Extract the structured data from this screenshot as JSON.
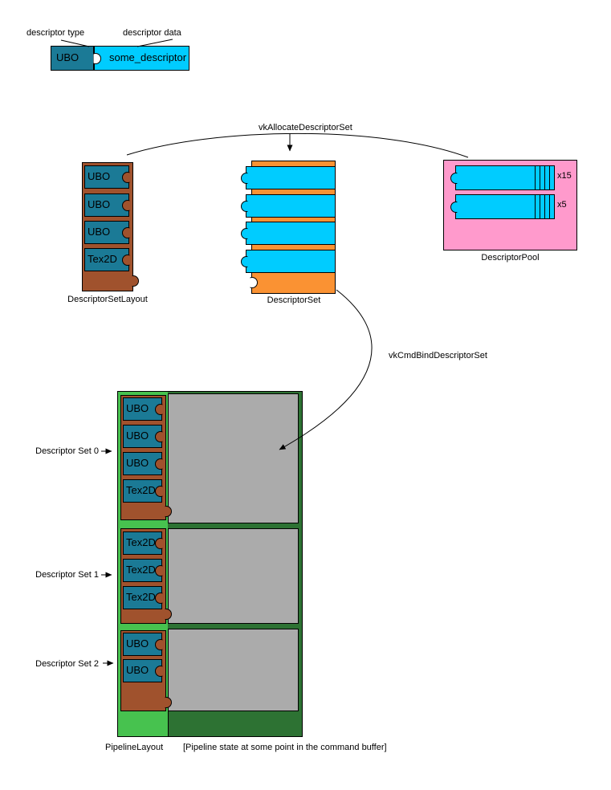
{
  "colors": {
    "descriptor_type": "#1B7A96",
    "descriptor_data": "#00CCFF",
    "layout_container": "#A0522D",
    "set_container": "#FA9233",
    "pool_container": "#FF9ACC",
    "pipeline_layout": "#47C24F",
    "pipeline_state": "#2D7233",
    "bound_set_area": "#ABABAB"
  },
  "legend": {
    "type_label": "descriptor type",
    "data_label": "descriptor data",
    "type_value": "UBO",
    "data_value": "some_descriptor"
  },
  "arrows": {
    "allocate_label": "vkAllocateDescriptorSet",
    "bind_label": "vkCmdBindDescriptorSet"
  },
  "descriptor_set_layout": {
    "title": "DescriptorSetLayout",
    "bindings": [
      "UBO",
      "UBO",
      "UBO",
      "Tex2D"
    ]
  },
  "descriptor_set": {
    "title": "DescriptorSet",
    "slot_count": 4
  },
  "descriptor_pool": {
    "title": "DescriptorPool",
    "allocations": [
      {
        "label": "x15"
      },
      {
        "label": "x5"
      }
    ]
  },
  "pipeline": {
    "layout_label": "PipelineLayout",
    "state_caption": "[Pipeline state at some point in the command buffer]",
    "sets": [
      {
        "label": "Descriptor Set 0",
        "bindings": [
          "UBO",
          "UBO",
          "UBO",
          "Tex2D"
        ]
      },
      {
        "label": "Descriptor Set 1",
        "bindings": [
          "Tex2D",
          "Tex2D",
          "Tex2D"
        ]
      },
      {
        "label": "Descriptor Set 2",
        "bindings": [
          "UBO",
          "UBO"
        ]
      }
    ]
  }
}
